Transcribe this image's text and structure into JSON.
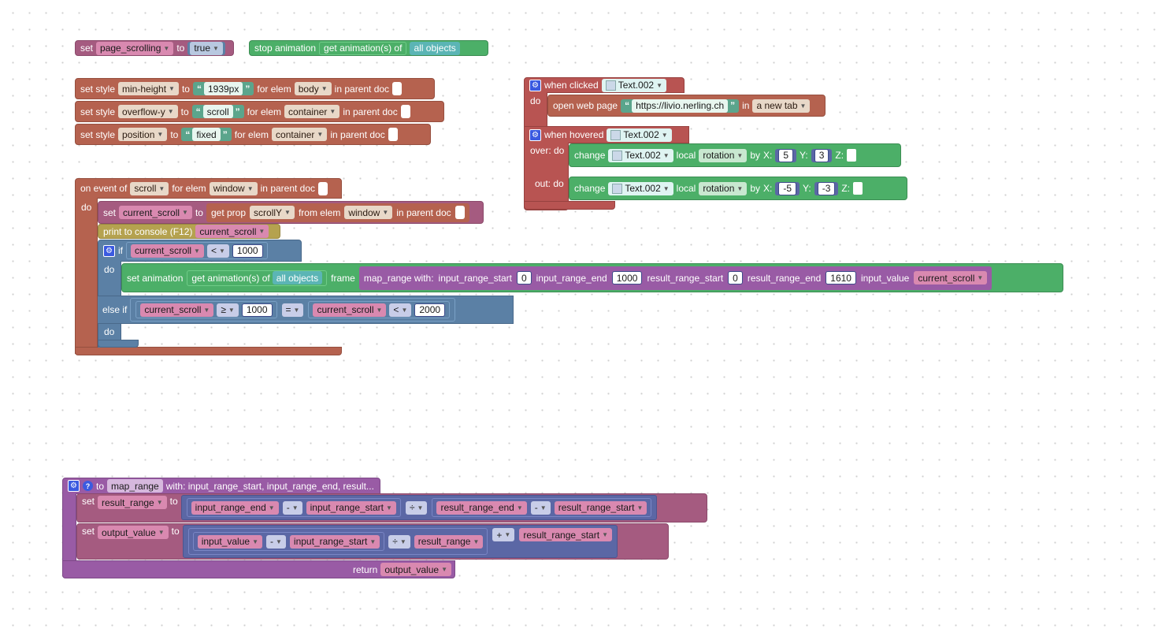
{
  "top": {
    "set_kw": "set",
    "var_page_scrolling": "page_scrolling",
    "to_kw": "to",
    "true_val": "true",
    "stop_animation": "stop animation",
    "get_animations_of": "get animation(s) of",
    "all_objects": "all objects"
  },
  "styles": [
    {
      "kw": "set style",
      "prop": "min-height",
      "to": "to",
      "value": "1939px",
      "for": "for elem",
      "elem": "body",
      "parent": "in parent doc"
    },
    {
      "kw": "set style",
      "prop": "overflow-y",
      "to": "to",
      "value": "scroll",
      "for": "for elem",
      "elem": "container",
      "parent": "in parent doc"
    },
    {
      "kw": "set style",
      "prop": "position",
      "to": "to",
      "value": "fixed",
      "for": "for elem",
      "elem": "container",
      "parent": "in parent doc"
    }
  ],
  "scroll_event": {
    "on_event_of": "on event of",
    "event": "scroll",
    "for_elem": "for elem",
    "elem": "window",
    "in_parent_doc": "in parent doc",
    "do": "do",
    "set": "set",
    "var_current_scroll": "current_scroll",
    "to": "to",
    "get_prop": "get prop",
    "prop": "scrollY",
    "from_elem": "from elem",
    "print": "print to console (F12)",
    "if": "if",
    "lt": "<",
    "n1000": "1000",
    "set_animation": "set animation",
    "get_animations_of": "get animation(s) of",
    "all_objects": "all objects",
    "frame": "frame",
    "map_range_with": "map_range with:",
    "input_range_start": "input_range_start",
    "v0": "0",
    "input_range_end": "input_range_end",
    "result_range_start": "result_range_start",
    "result_range_end": "result_range_end",
    "v1610": "1610",
    "input_value": "input_value",
    "else_if": "else if",
    "gte": "≥",
    "eq": "=",
    "n2000": "2000"
  },
  "click_event": {
    "when_clicked": "when clicked",
    "object": "Text.002",
    "do": "do",
    "open_web_page": "open web page",
    "url": "https://livio.nerling.ch",
    "in": "in",
    "target": "a new tab",
    "when_hovered": "when hovered",
    "over_do": "over: do",
    "out_do": "out: do",
    "change": "change",
    "local": "local",
    "rotation": "rotation",
    "by": "by",
    "x": "X:",
    "y": "Y:",
    "z": "Z:",
    "over_x": "5",
    "over_y": "3",
    "out_x": "-5",
    "out_y": "-3"
  },
  "procedure": {
    "to": "to",
    "name": "map_range",
    "with": "with: input_range_start, input_range_end, result...",
    "set": "set",
    "result_range": "result_range",
    "output_value": "output_value",
    "to_kw": "to",
    "input_range_end": "input_range_end",
    "input_range_start": "input_range_start",
    "result_range_end": "result_range_end",
    "result_range_start": "result_range_start",
    "input_value": "input_value",
    "minus": "-",
    "div": "÷",
    "plus": "+",
    "return": "return"
  }
}
